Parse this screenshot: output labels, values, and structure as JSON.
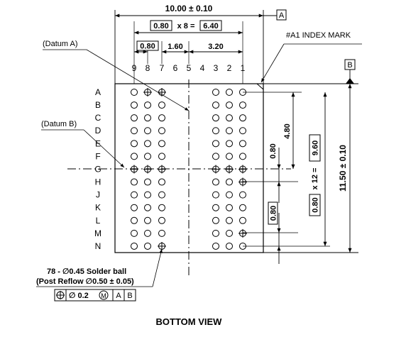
{
  "dims": {
    "width_total": "10.00 ± 0.10",
    "pitch_box": "0.80",
    "times8": "x 8 =",
    "span_box": "6.40",
    "pitch_small": "0.80",
    "gap": "1.60",
    "half": "3.20",
    "vert_480": "4.80",
    "vert_080": "0.80",
    "vert_080b": "0.80",
    "vert_pitch_box": "0.80",
    "vert_times12": "x 12 =",
    "vert_span_box": "9.60",
    "height_total": "11.50 ± 0.10"
  },
  "labels": {
    "datum_a_tag": "A",
    "datum_b_tag": "B",
    "index_mark": "#A1 INDEX MARK",
    "datum_a_callout": "(Datum A)",
    "datum_b_callout": "(Datum B)",
    "solder_line1": "78 - ∅0.45 Solder ball",
    "solder_line2": "(Post Reflow ∅0.50 ± 0.05)",
    "fcf_tol": "∅ 0.2",
    "fcf_m": "M",
    "fcf_a": "A",
    "fcf_b": "B",
    "view_title": "BOTTOM VIEW"
  },
  "columns": [
    "9",
    "8",
    "7",
    "6",
    "5",
    "4",
    "3",
    "2",
    "1"
  ],
  "rows": [
    "A",
    "B",
    "C",
    "D",
    "E",
    "F",
    "G",
    "H",
    "J",
    "K",
    "L",
    "M",
    "N"
  ],
  "balls": {
    "count_text": "78",
    "marked": [
      {
        "row": "A",
        "col": "8"
      },
      {
        "row": "A",
        "col": "7"
      },
      {
        "row": "G",
        "col": "9"
      },
      {
        "row": "G",
        "col": "8"
      },
      {
        "row": "G",
        "col": "7"
      },
      {
        "row": "G",
        "col": "3"
      },
      {
        "row": "G",
        "col": "2"
      },
      {
        "row": "G",
        "col": "1"
      },
      {
        "row": "H",
        "col": "1"
      },
      {
        "row": "M",
        "col": "1"
      },
      {
        "row": "N",
        "col": "7"
      }
    ]
  }
}
